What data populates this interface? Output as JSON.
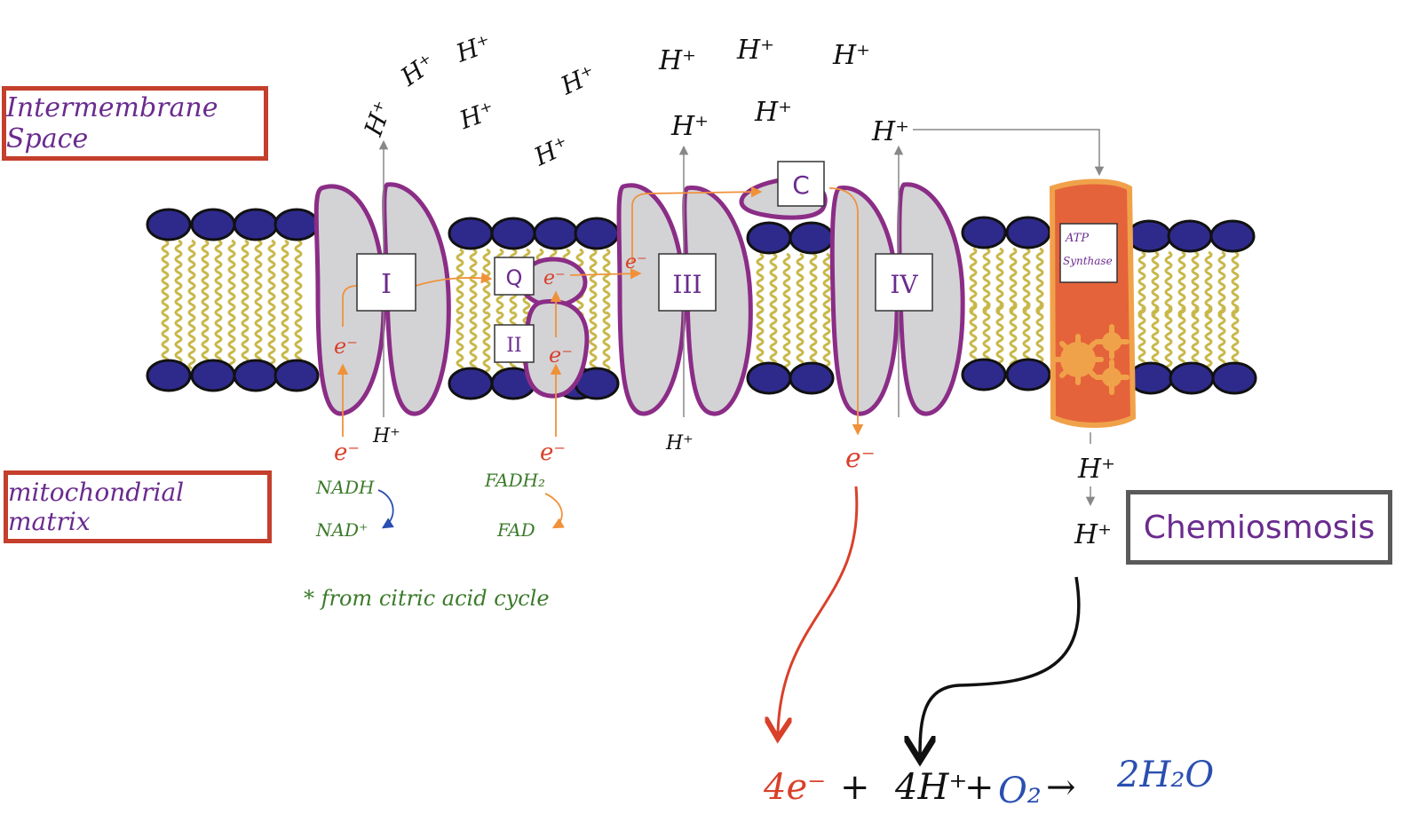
{
  "labels": {
    "intermembrane_space": "Intermembrane Space",
    "mitochondrial_matrix": "mitochondrial matrix",
    "chemiosmosis": "Chemiosmosis",
    "complex_I": "I",
    "complex_II": "II",
    "complex_III": "III",
    "complex_IV": "IV",
    "ubiquinone": "Q",
    "cytochrome_c": "C",
    "atp_synthase_line1": "ATP",
    "atp_synthase_line2": "Synthase",
    "electron": "e⁻",
    "proton": "H⁺",
    "nadh": "NADH",
    "nad_plus": "NAD⁺",
    "fadh2": "FADH₂",
    "fad": "FAD",
    "footnote": "* from citric acid cycle"
  },
  "equation": {
    "electrons": "4e⁻",
    "plus1": "+",
    "protons": "4H⁺",
    "plus2": "+",
    "oxygen": "O₂",
    "arrow": "→",
    "water": "2H₂O"
  },
  "colors": {
    "lipid_head": "#2e2a8c",
    "lipid_tail": "#c8b84a",
    "protein_fill": "#d3d3d6",
    "protein_outline": "#8b2d86",
    "atp_synthase": "#e5633a",
    "atp_synthase_outline": "#f0a24a",
    "electron_red": "#d9402a",
    "electron_path": "#f0913a",
    "nad_green": "#3b7a2a",
    "purple_text": "#6a2b8e",
    "blue_text": "#2a4fb0",
    "box_red": "#c43f2c",
    "box_gray": "#5a5a5a"
  }
}
